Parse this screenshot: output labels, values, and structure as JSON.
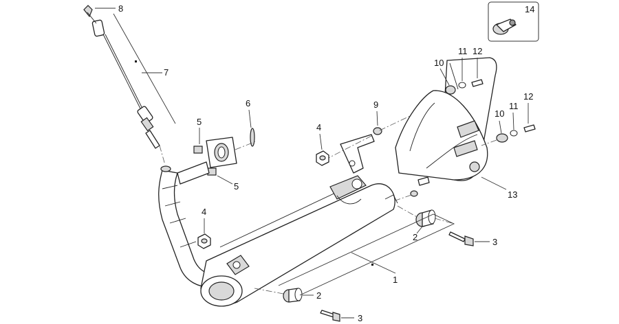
{
  "callouts": {
    "c1": "1",
    "c2a": "2",
    "c2b": "2",
    "c3a": "3",
    "c3b": "3",
    "c4a": "4",
    "c4b": "4",
    "c5a": "5",
    "c5b": "5",
    "c6": "6",
    "c7": "7",
    "c8": "8",
    "c9": "9",
    "c10a": "10",
    "c10b": "10",
    "c11a": "11",
    "c11b": "11",
    "c12a": "12",
    "c12b": "12",
    "c13": "13",
    "c14": "14"
  },
  "colors": {
    "line": "#222222",
    "shade": "#d9d9d9",
    "background": "#ffffff"
  }
}
